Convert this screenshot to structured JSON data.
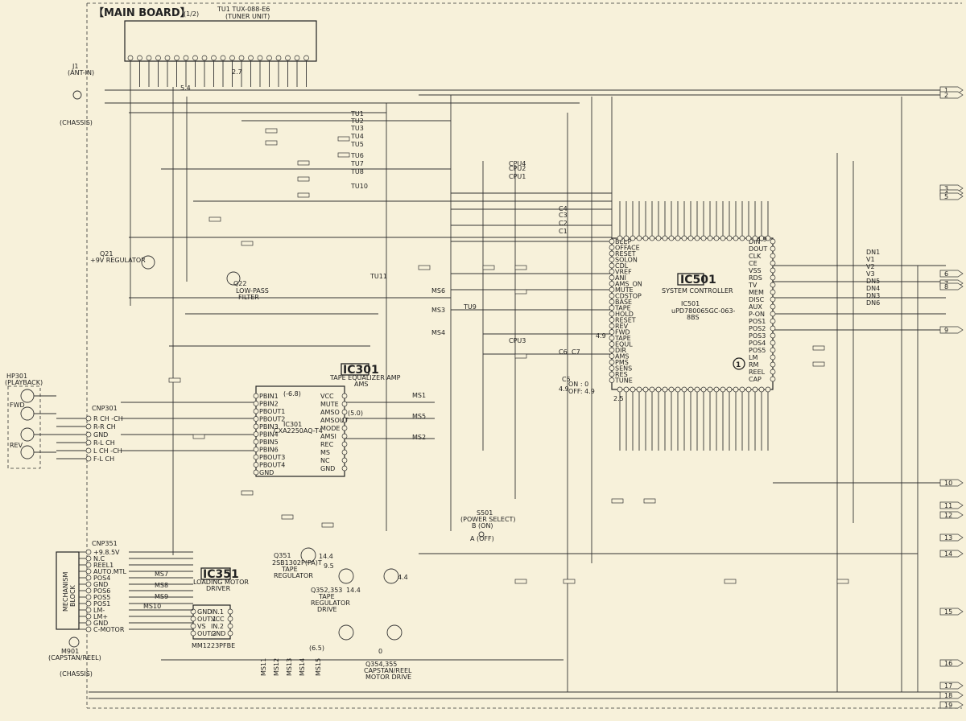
{
  "header": {
    "board_title": "【MAIN BOARD】",
    "page": "(1/2)"
  },
  "tuner": {
    "label": "TU1 TUX-088 E6\n(TUNER UNIT)",
    "label1": "TU1 TUX-088-E6",
    "label2": "(TUNER UNIT)",
    "ant_label": "J1",
    "ant_sub": "(ANT-IN)",
    "chassis_top": "(CHASSIS)"
  },
  "ics": {
    "ic501": {
      "ref": "IC501",
      "title": "SYSTEM CONTROLLER",
      "part": "IC501",
      "part_num": "uPD780065GC-063-",
      "sub": "8BS"
    },
    "ic301": {
      "ref": "IC301",
      "title": "TAPE EQUALIZER AMP",
      "part": "IC301",
      "part_num": "CXA2250AQ-T4",
      "sub": "AMS"
    },
    "ic351": {
      "ref": "IC351",
      "title": "LOADING MOTOR",
      "sub": "DRIVER",
      "part_num": "MM1223PFBE"
    }
  },
  "blocks": {
    "regulator": {
      "ref": "Q21",
      "label": "+9V REGULATOR"
    },
    "lowpass": {
      "ref": "Q22",
      "label1": "LOW-PASS",
      "label2": "FILTER"
    },
    "tape_reg": {
      "ref": "Q351",
      "label1": "2SB1302P(PA)T",
      "label2": "TAPE",
      "label3": "REGULATOR"
    },
    "reg_drive": {
      "ref": "Q352,353",
      "label1": "TAPE",
      "label2": "REGULATOR",
      "label3": "DRIVE"
    },
    "capstan": {
      "ref": "Q354,355",
      "label1": "CAPSTAN/REEL",
      "label2": "MOTOR DRIVE"
    }
  },
  "connectors": {
    "hp301": {
      "ref": "HP301",
      "sub": "(PLAYBACK)",
      "fwd": "FWD",
      "rev": "REV"
    },
    "cnp301": {
      "ref": "CNP301",
      "pins": [
        "R CH -CH",
        "R-R CH",
        "GND",
        "R-L CH",
        "L CH -CH",
        "F-L CH"
      ]
    },
    "cnp351": {
      "ref": "CNP351",
      "pins": [
        "+9.8.5V",
        "N.C",
        "REEL1",
        "AUTO.MTL",
        "POS4",
        "GND",
        "POS6",
        "POS5",
        "POS1",
        "LM-",
        "LM+",
        "GND",
        "C-MOTOR"
      ]
    },
    "mechanism": {
      "label1": "MECHANISM",
      "label2": "BLOCK"
    },
    "m901": {
      "ref": "M901",
      "sub": "(CAPSTAN/REEL)",
      "chassis": "(CHASSIS)"
    }
  },
  "switch": {
    "ref": "S501",
    "label": "(POWER SELECT)",
    "on": "B (ON)",
    "off": "A (OFF)",
    "volt": "ON : 0",
    "volt2": "OFF: 4.9"
  },
  "ic501_pins_left": [
    "BEEP",
    "OFFACE",
    "RESET",
    "SOLON",
    "CDL",
    "VREF",
    "ANI",
    "AMS_ON",
    "MUTE",
    "CDSTOP",
    "BASE",
    "TAPE",
    "HOLD",
    "RESET",
    "REV",
    "FWD",
    "TAPE",
    "EQUL",
    "DIR",
    "AMS",
    "PMS",
    "SENS",
    "RES",
    "TUNE"
  ],
  "ic501_pins_right": [
    "DIN",
    "DOUT",
    "CLK",
    "CE",
    "VSS",
    "RDS",
    "TV",
    "MEM",
    "DISC",
    "AUX",
    "P-ON",
    "POS1",
    "POS2",
    "POS3",
    "POS4",
    "POS5",
    "LM",
    "RM",
    "REEL",
    "CAP"
  ],
  "ic301_pins_left": [
    "PBIN1",
    "PBIN2",
    "PBOUT1",
    "PBOUT2",
    "PBIN3",
    "PBIN4",
    "PBIN5",
    "PBIN6",
    "PBOUT3",
    "PBOUT4",
    "GND"
  ],
  "ic301_pins_right": [
    "VCC",
    "MUTE",
    "AMSO",
    "AMSOUT",
    "MODE",
    "AMSI",
    "REC",
    "MS",
    "NC",
    "GND"
  ],
  "ic351_pins_left": [
    "GND",
    "OUT.1",
    "VS",
    "OUT.2"
  ],
  "ic351_pins_right": [
    "IN.1",
    "VCC",
    "IN.2",
    "GND"
  ],
  "right_signals": [
    "DN1",
    "V1",
    "V2",
    "V3",
    "DN5",
    "DN4",
    "DN3",
    "DN6"
  ],
  "right_terminals": [
    "1",
    "2",
    "3",
    "4",
    "5",
    "6",
    "7",
    "8",
    "9",
    "10",
    "11",
    "12",
    "13",
    "14",
    "15",
    "16",
    "17",
    "18",
    "19"
  ],
  "nets": [
    "TU1",
    "TU2",
    "TU3",
    "TU4",
    "TU5",
    "TU6",
    "TU7",
    "TU8",
    "TU9",
    "TU10",
    "TU11",
    "CPU1",
    "CPU2",
    "CPU3",
    "CPU4",
    "MS1",
    "MS2",
    "MS3",
    "MS4",
    "MS5",
    "MS6",
    "MS7",
    "MS8",
    "MS9",
    "MS10",
    "MS11",
    "MS12",
    "MS13",
    "MS14",
    "MS15",
    "C1",
    "C2",
    "C3",
    "C4",
    "C5",
    "C6",
    "C7"
  ],
  "voltages": [
    "5.4",
    "2.7",
    "4.9",
    "4.9",
    "2.5",
    "14.4",
    "9.5",
    "4.4",
    "0",
    "(6.5)",
    "14.4",
    "4.9",
    "(-6.8)",
    "(5.0)"
  ]
}
